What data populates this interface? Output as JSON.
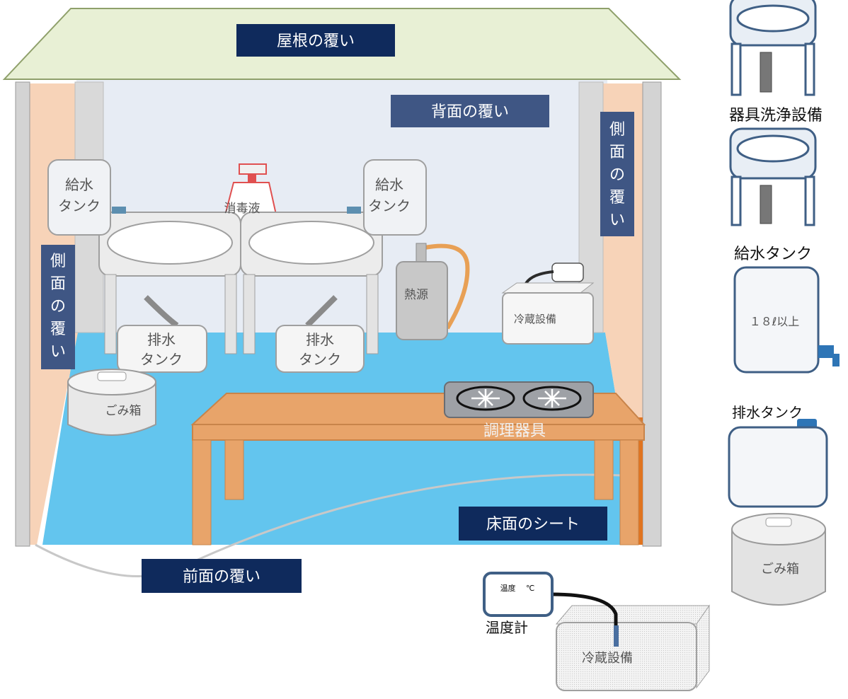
{
  "labels": {
    "roof_cover": "屋根の覆い",
    "back_cover": "背面の覆い",
    "side_cover_left": [
      "側",
      "面",
      "の",
      "覆",
      "い"
    ],
    "side_cover_right": [
      "側",
      "面",
      "の",
      "覆",
      "い"
    ],
    "front_cover": "前面の覆い",
    "floor_sheet": "床面のシート",
    "water_tank_left": [
      "給水",
      "タンク"
    ],
    "water_tank_right": [
      "給水",
      "タンク"
    ],
    "disinfectant": "消毒液",
    "drain_tank_left": [
      "排水",
      "タンク"
    ],
    "drain_tank_right": [
      "排水",
      "タンク"
    ],
    "heat_source": "熱源",
    "fridge_small": "冷蔵設備",
    "trash_small": "ごみ箱",
    "cooker": "調理器具",
    "legend_washing": "器具洗浄設備",
    "legend_water_tank": "給水タンク",
    "legend_water_tank_capacity": "１８ℓ以上",
    "legend_drain_tank": "排水タンク",
    "legend_trash": "ごみ箱",
    "thermometer_display": "温度　 ℃",
    "thermometer_caption": "温度計",
    "fridge_large": "冷蔵設備"
  },
  "colors": {
    "navy_label": "#0f2a5c",
    "slate_label": "#3f5684",
    "roof": "#e8f0d5",
    "floor": "#63c5ee",
    "table": "#e8a46a",
    "side_panel": "#f7d3b8"
  }
}
